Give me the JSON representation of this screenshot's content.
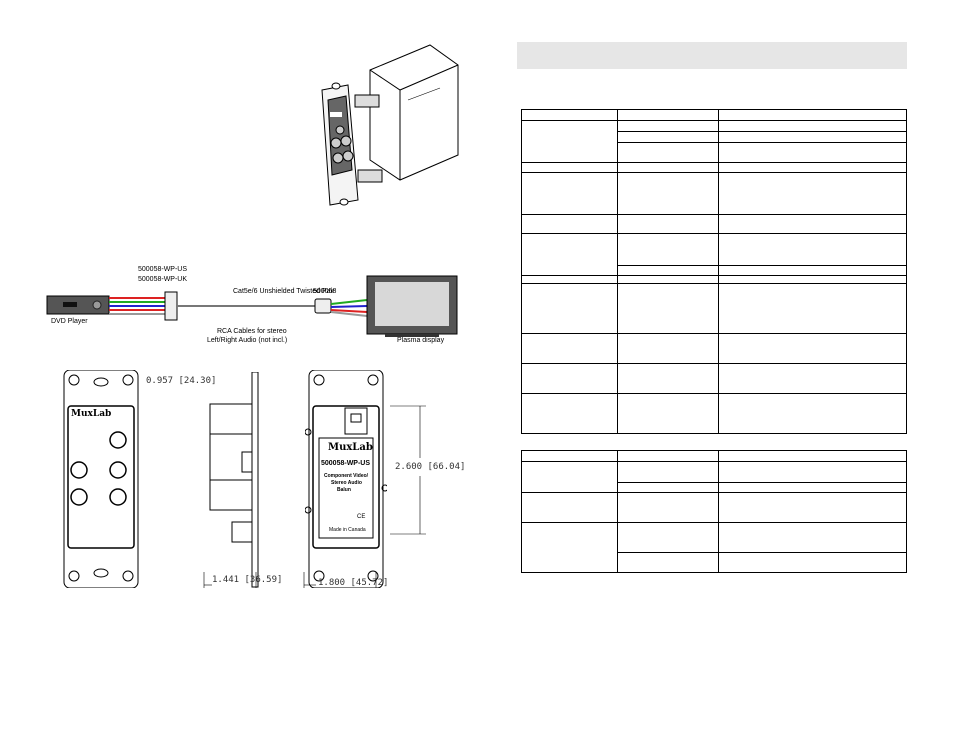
{
  "diagram": {
    "part_us": "500058-WP-US",
    "part_uk": "500058-WP-UK",
    "cable_label": "Cat5e/6 Unshielded Twisted Pair",
    "receiver_part": "500058",
    "source_label": "DVD Player",
    "display_label": "Plasma display",
    "rca_note_line1": "RCA Cables for stereo",
    "rca_note_line2": "Left/Right Audio (not incl.)"
  },
  "drawing": {
    "front_brand": "MuxLab",
    "dim_depth": "0.957  [24.30]",
    "dim_height": "2.600  [66.04]",
    "dim_width_side": "1.441  [36.59]",
    "dim_width_back": "1.800  [45.72]",
    "label_brand": "MuxLab",
    "label_part": "500058-WP-US",
    "label_desc1": "Component Video/",
    "label_desc2": "Stereo Audio",
    "label_desc3": "Balun",
    "label_made": "Made in Canada",
    "label_ce": "CE"
  },
  "colors": {
    "header_bar": "#e6e6e6",
    "rca_red": "#d22",
    "rca_green": "#2a2",
    "rca_blue": "#22c",
    "rca_white": "#ddd"
  }
}
